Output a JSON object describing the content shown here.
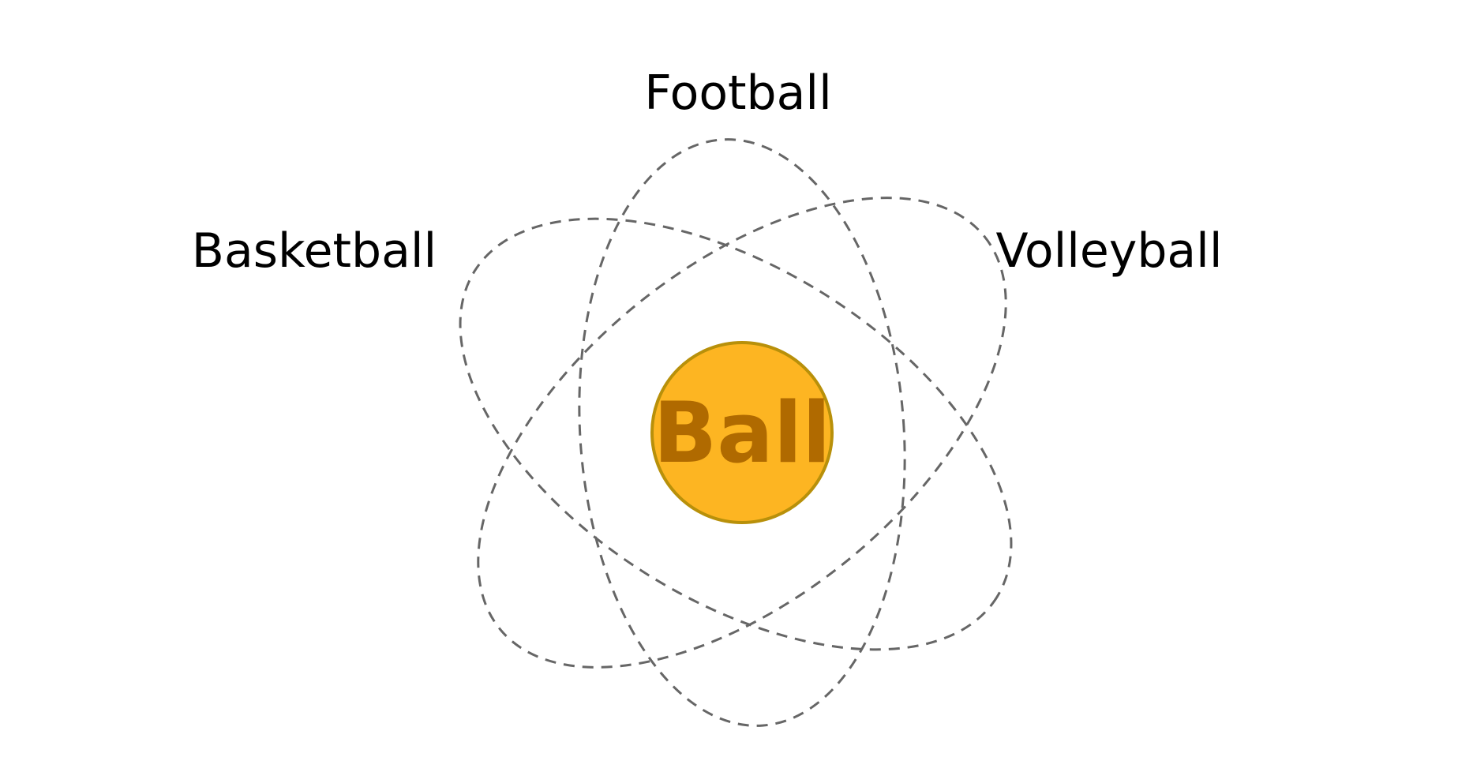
{
  "diagram": {
    "center": {
      "label": "Ball",
      "fill_color": "#FDB522",
      "stroke_color": "#B8900A",
      "text_color": "#B06A00"
    },
    "orbit_color": "#666666",
    "branches": [
      {
        "label": "Football"
      },
      {
        "label": "Basketball"
      },
      {
        "label": "Volleyball"
      }
    ]
  }
}
